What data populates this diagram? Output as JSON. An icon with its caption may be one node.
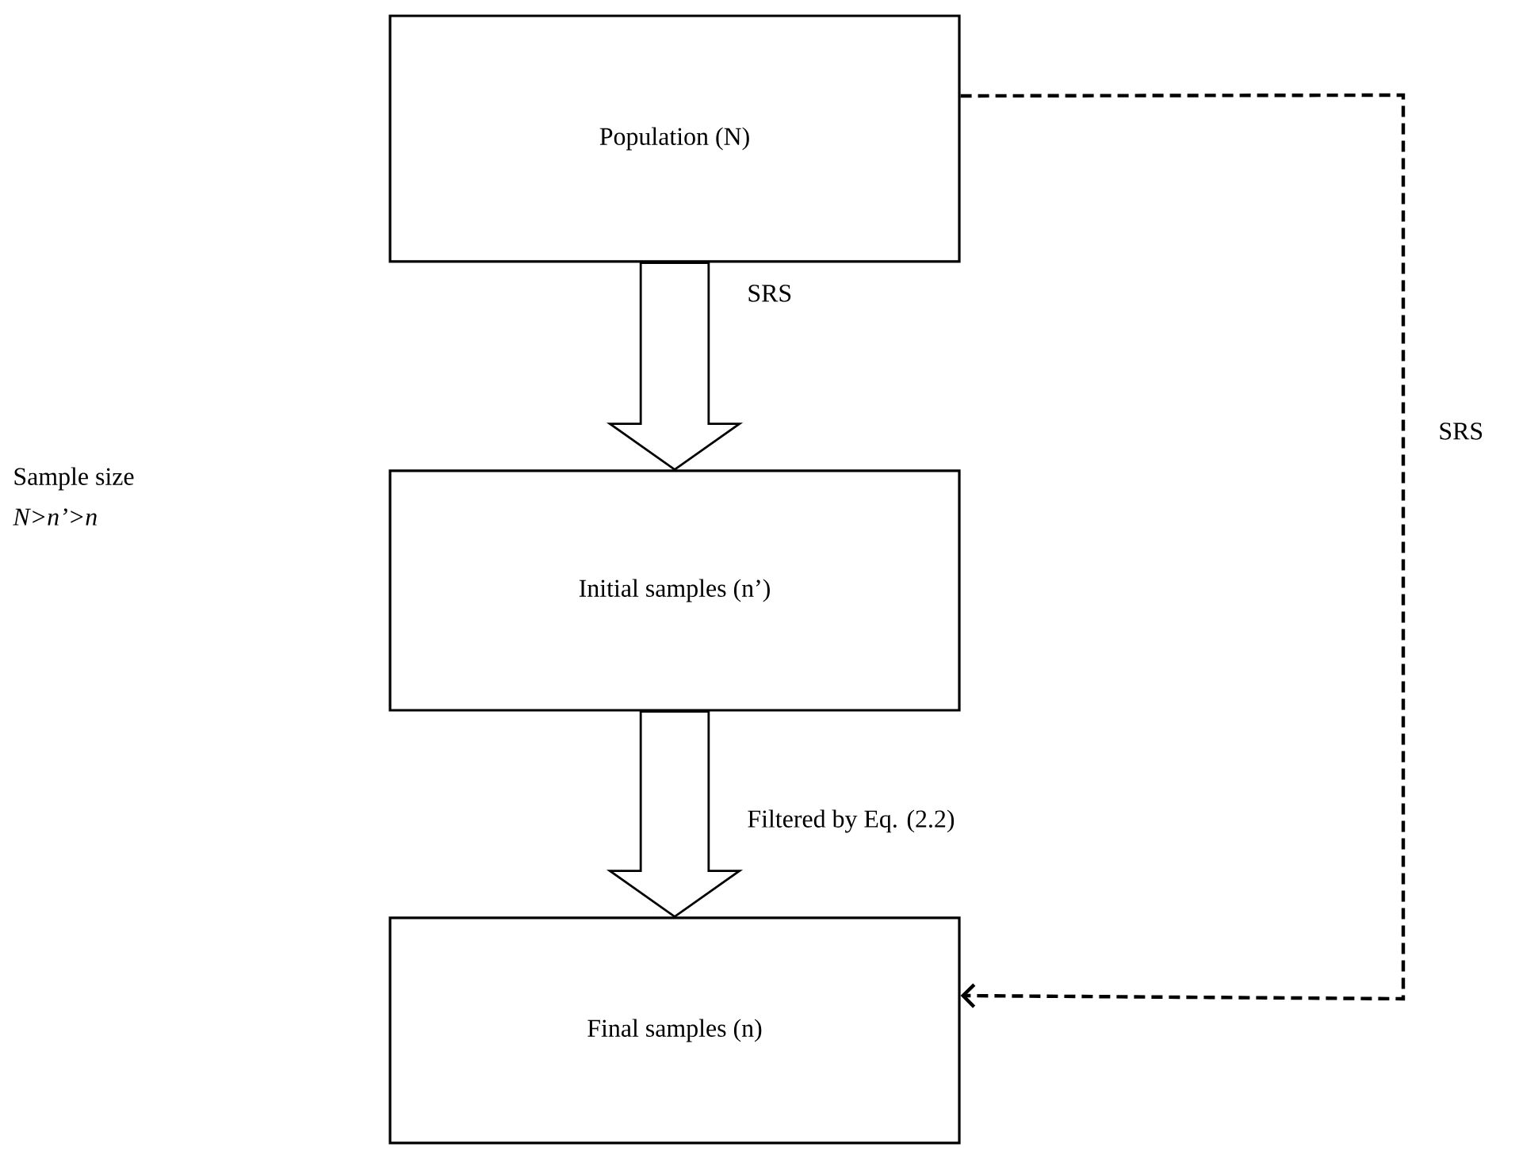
{
  "diagram": {
    "nodes": [
      {
        "text": [
          "Population (N)"
        ]
      },
      {
        "text": [
          "Initial samples (n’)"
        ]
      },
      {
        "text": [
          "Final samples (n)"
        ]
      }
    ],
    "edges": [
      {
        "from": 0,
        "to": 1,
        "arrow": "to",
        "label": "SRS"
      },
      {
        "from": 1,
        "to": 2,
        "arrow": "to",
        "label": "Filtered by Eq. (2.2)"
      },
      {
        "from": 0,
        "to": 2,
        "arrow": "to",
        "label": "SRS",
        "style": "dashed"
      }
    ],
    "labels": [
      "Sample size",
      "N>n’>n"
    ]
  }
}
